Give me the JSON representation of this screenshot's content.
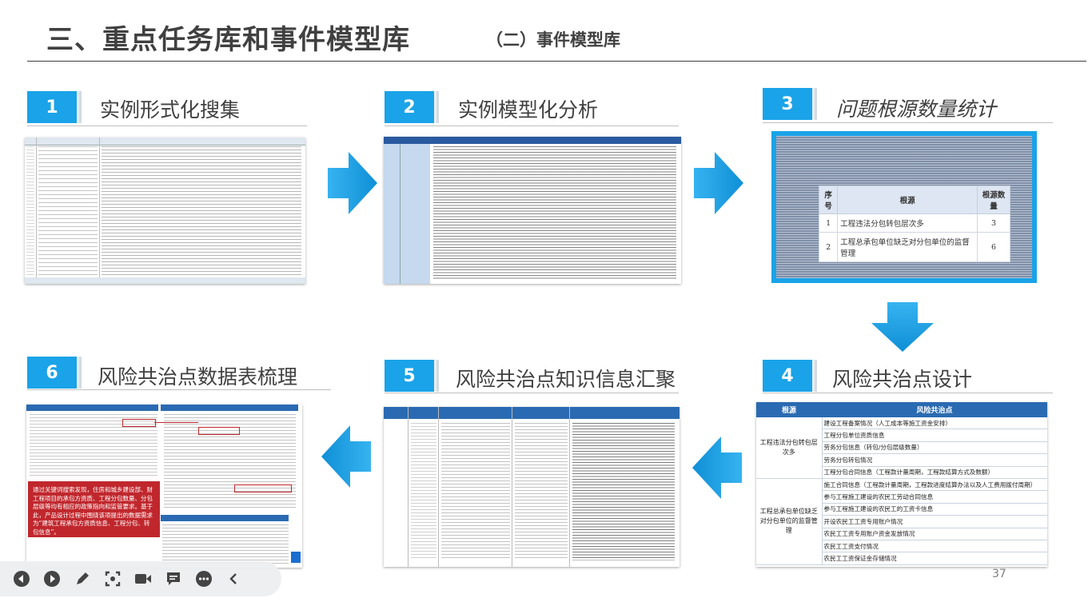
{
  "header": {
    "title": "三、重点任务库和事件模型库",
    "subtitle": "（二）事件模型库"
  },
  "steps": [
    {
      "num": "1",
      "label": "实例形式化搜集"
    },
    {
      "num": "2",
      "label": "实例模型化分析"
    },
    {
      "num": "3",
      "label": "问题根源数量统计"
    },
    {
      "num": "4",
      "label": "风险共治点设计"
    },
    {
      "num": "5",
      "label": "风险共治点知识信息汇聚"
    },
    {
      "num": "6",
      "label": "风险共治点数据表梳理"
    }
  ],
  "stats_table": {
    "headers": [
      "序号",
      "根源",
      "根源数量"
    ],
    "rows": [
      [
        "1",
        "工程违法分包转包层次多",
        "3"
      ],
      [
        "2",
        "工程总承包单位缺乏对分包单位的监督管理",
        "6"
      ]
    ]
  },
  "risk_table": {
    "headers": [
      "根源",
      "风险共治点"
    ],
    "groups": [
      {
        "root": "工程违法分包转包层次多",
        "points": [
          "建设工程备案情况（人工成本等施工资金安排）",
          "工程分包单位资质信息",
          "劳务分包信息（转包/分包层级数量）",
          "劳务分包转包情况",
          "工程分包合同信息（工程款计量周期，工程款结算方式及数额）"
        ]
      },
      {
        "root": "工程总承包单位缺乏对分包单位的监督管理",
        "points": [
          "施工合同信息（工程款计量周期，工程款进度结算办法以及人工费用拨付周期）",
          "参与工程施工建设的农民工劳动合同信息",
          "参与工程施工建设的农民工的工资卡信息",
          "开设农民工工资专用账户情况",
          "农民工工资专用账户资金发放情况",
          "农民工工资支付情况",
          "农民工工资保证金存储情况"
        ]
      }
    ]
  },
  "step6_callout": "通过关键词搜索发现，住房和城乡建设部、财工程项目的承包方资质、工程分包数量、分包层级等均有相应的政策指向和监管要求。基于此，产品设计过程中围绕该项提出的数据需求为“建筑工程承包方资质信息、工程分包、转包信息”。",
  "page_number": "37",
  "colors": {
    "accent": "#1aa3e8",
    "title": "#404040",
    "table_header": "#2a6ab2",
    "callout": "#c0272d"
  },
  "toolbar": {
    "icons": [
      "prev-icon",
      "next-icon",
      "pen-icon",
      "screenshot-icon",
      "video-icon",
      "comment-icon",
      "more-icon",
      "collapse-icon"
    ]
  }
}
